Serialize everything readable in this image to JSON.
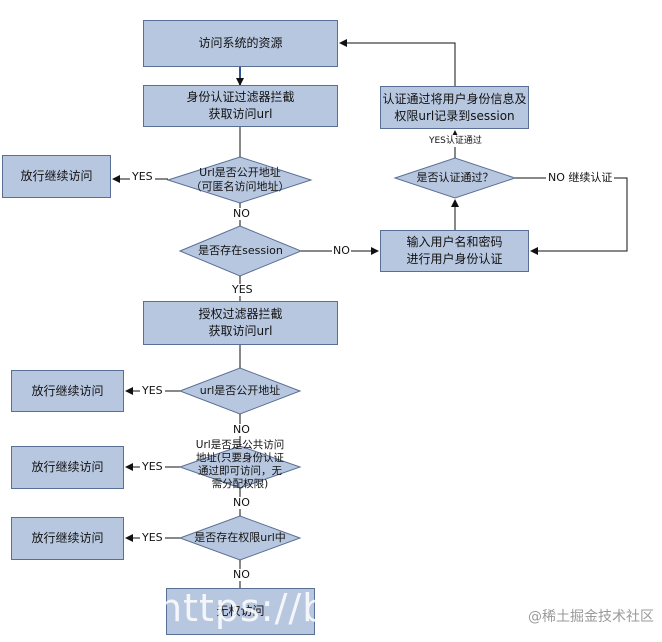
{
  "nodes": {
    "access_resource": "访问系统的资源",
    "auth_filter": "身份认证过滤器拦截\n获取访问url",
    "is_public_url": "Url是否公开地址\n（可匿名访问地址）",
    "allow1": "放行继续访问",
    "session_exists": "是否存在session",
    "input_credentials": "输入用户名和密码\n进行用户身份认证",
    "auth_passed": "是否认证通过？",
    "record_session": "认证通过将用户身份信息及\n权限url记录到session",
    "authz_filter": "授权过滤器拦截\n获取访问url",
    "url_public2": "url是否公开地址",
    "allow2": "放行继续访问",
    "url_common": "Url是否是公共访问\n地址(只要身份认证\n通过即可访问，无\n需分配权限)",
    "allow3": "放行继续访问",
    "has_permission": "是否存在权限url中",
    "allow4": "放行继续访问",
    "no_permission": "无权访问"
  },
  "edge_labels": {
    "yes1": "YES",
    "no1": "NO",
    "no_session": "NO",
    "yes_session": "YES",
    "yes_auth": "YES认证通过",
    "no_auth": "NO  继续认证",
    "yes2": "YES",
    "no2": "NO",
    "yes3": "YES",
    "no3": "NO",
    "yes4": "YES",
    "no4": "NO"
  },
  "watermark": {
    "url_fragment": "https://blo",
    "site": "@稀土掘金技术社区"
  },
  "colors": {
    "box_fill": "#b8c7e0",
    "box_border": "#5a6f95",
    "line": "#111111"
  }
}
